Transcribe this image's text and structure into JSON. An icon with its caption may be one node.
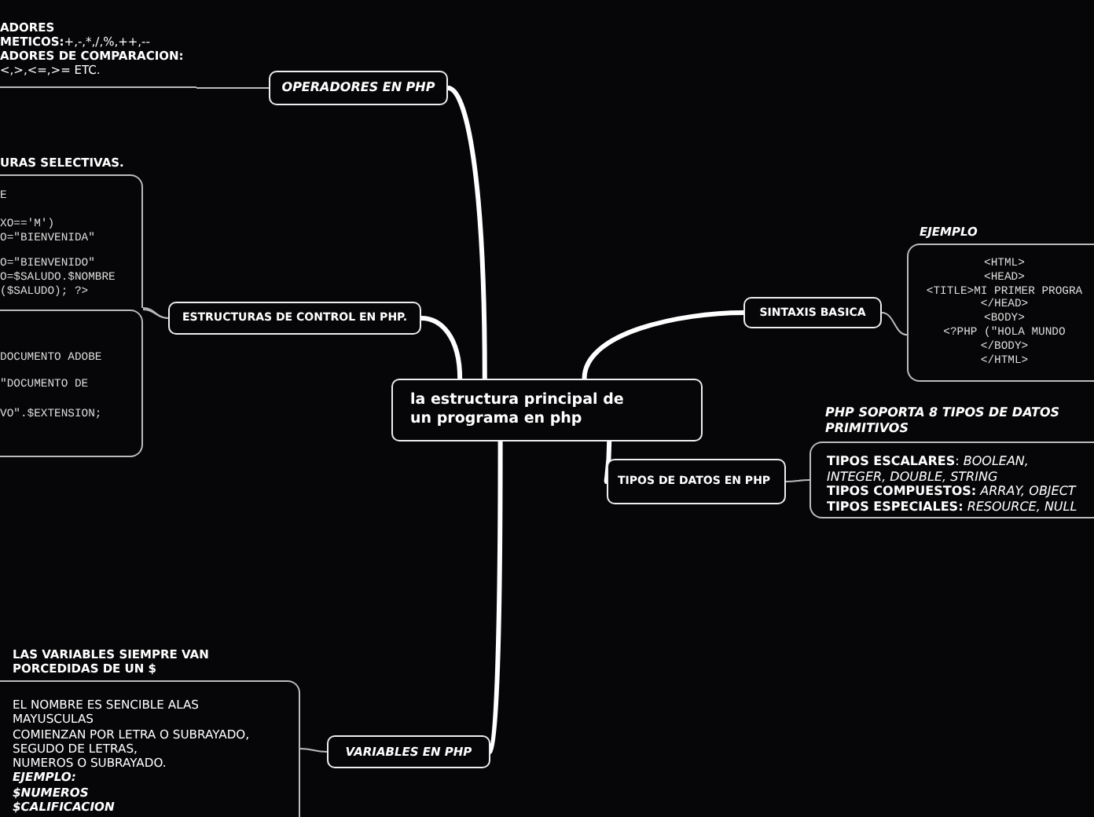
{
  "diagram": {
    "nodes": [
      {
        "text": [
          "la estructura principal de un programa en php"
        ]
      },
      {
        "text": [
          "OPERADORES EN PHP"
        ]
      },
      {
        "text": [
          "ESTRUCTURAS DE CONTROL EN PHP."
        ]
      },
      {
        "text": [
          "SINTAXIS BASICA"
        ]
      },
      {
        "text": [
          "TIPOS DE DATOS EN PHP"
        ]
      },
      {
        "text": [
          "VARIABLES EN PHP"
        ]
      },
      {
        "text": [
          "ADORES",
          "**METICOS:**+,-,*,/,%,++,--",
          "ADORES DE COMPARACION:",
          "<,>,<=,>= ETC."
        ]
      },
      {
        "text": [
          "URAS SELECTIVAS.",
          "E",
          "XO=='M')",
          "O=\"BIENVENIDA\"",
          "O=\"BIENVENIDO\"",
          "O=$SALUDO.$NOMBRE",
          "($SALUDO); ?>"
        ]
      },
      {
        "text": [
          "DOCUMENTO ADOBE",
          "\"DOCUMENTO DE",
          "VO\".$EXTENSION;"
        ]
      },
      {
        "text": [
          "EJEMPLO",
          "<HTML>",
          "<HEAD>",
          "<TITLE>MI PRIMER PROGRA",
          "</HEAD>",
          "<BODY>",
          "<?PHP (\"HOLA MUNDO",
          "</BODY>",
          "</HTML>"
        ]
      },
      {
        "text": [
          "PHP SOPORTA 8 TIPOS DE DATOS PRIMITIVOS",
          "**TIPOS ESCALARES**: *BOOLEAN, INTEGER, DOUBLE, STRING*",
          "**TIPOS COMPUESTOS:** *ARRAY, OBJECT*",
          "**TIPOS ESPECIALES:** *RESOURCE, NULL*"
        ]
      },
      {
        "text": [
          "LAS VARIABLES SIEMPRE VAN PORCEDIDAS DE UN $",
          "EL NOMBRE ES SENCIBLE ALAS MAYUSCULAS",
          "COMIENZAN POR LETRA O SUBRAYADO,",
          "SEGUDO DE LETRAS,",
          "NUMEROS O SUBRAYADO.",
          "EJEMPLO:",
          "$NUMEROS",
          "$CALIFICACION"
        ]
      }
    ],
    "edges": [
      {
        "from": 0,
        "to": 1,
        "arrow": "none",
        "style": "thick"
      },
      {
        "from": 0,
        "to": 2,
        "arrow": "none",
        "style": "thick"
      },
      {
        "from": 0,
        "to": 3,
        "arrow": "none",
        "style": "thick"
      },
      {
        "from": 0,
        "to": 4,
        "arrow": "none",
        "style": "thick"
      },
      {
        "from": 0,
        "to": 5,
        "arrow": "none",
        "style": "thick"
      },
      {
        "from": 1,
        "to": 6,
        "arrow": "none"
      },
      {
        "from": 2,
        "to": 7,
        "arrow": "none"
      },
      {
        "from": 2,
        "to": 8,
        "arrow": "none"
      },
      {
        "from": 3,
        "to": 9,
        "arrow": "none"
      },
      {
        "from": 4,
        "to": 10,
        "arrow": "none"
      },
      {
        "from": 5,
        "to": 11,
        "arrow": "none"
      }
    ]
  }
}
